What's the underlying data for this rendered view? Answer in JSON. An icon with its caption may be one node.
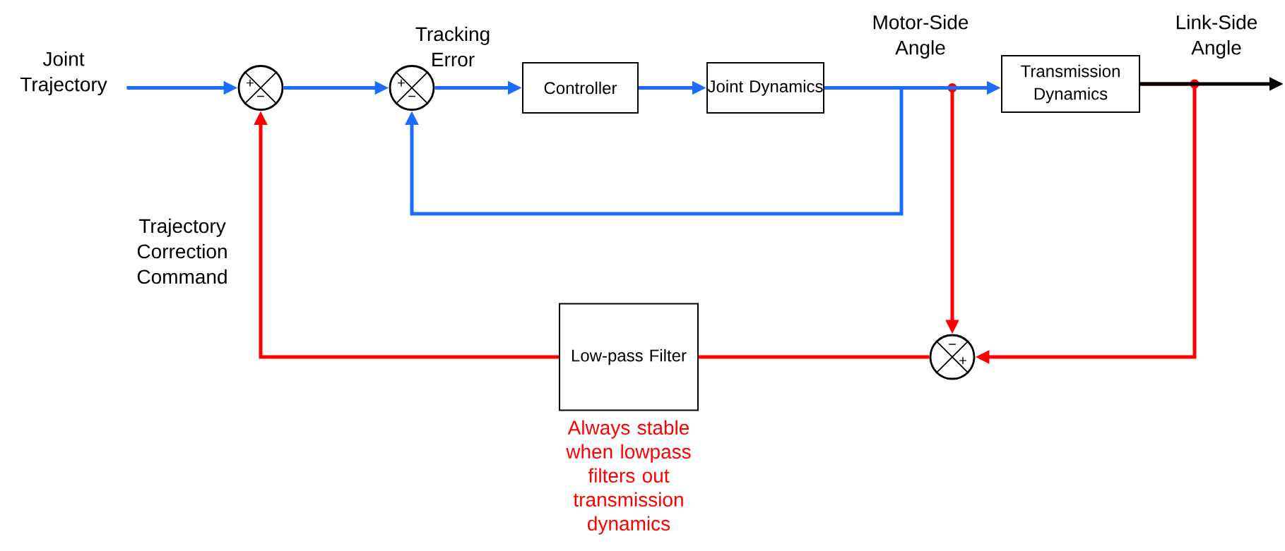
{
  "diagram": {
    "nodes": [
      {
        "text": [
          "Joint Trajectory"
        ]
      },
      {
        "text": [
          "+",
          "−"
        ]
      },
      {
        "text": [
          "+",
          "−"
        ]
      },
      {
        "text": [
          "Controller"
        ]
      },
      {
        "text": [
          "Joint Dynamics"
        ]
      },
      {
        "text": [
          "Transmission Dynamics"
        ]
      },
      {
        "text": [
          "Low-pass Filter"
        ],
        "beside": [
          "Always stable when lowpass filters out transmission dynamics"
        ]
      },
      {
        "text": [
          "−",
          "+"
        ]
      }
    ],
    "edges": [
      {
        "from": 0,
        "to": 1,
        "arrow": "to"
      },
      {
        "from": 1,
        "to": 2,
        "arrow": "to"
      },
      {
        "from": 2,
        "to": 3,
        "arrow": "to"
      },
      {
        "from": 3,
        "to": 4,
        "arrow": "to"
      },
      {
        "from": 4,
        "to": 5,
        "arrow": "to"
      },
      {
        "from": 4,
        "to": 2,
        "arrow": "to"
      },
      {
        "from": 4,
        "to": 7,
        "arrow": "to",
        "color": "#ff0000"
      },
      {
        "from": 5,
        "to": null,
        "arrow": "to",
        "color": "#000000"
      },
      {
        "from": 5,
        "to": 7,
        "arrow": "to",
        "color": "#ff0000"
      },
      {
        "from": 7,
        "to": 6,
        "arrow": "none",
        "color": "#ff0000"
      },
      {
        "from": 6,
        "to": 1,
        "arrow": "to",
        "color": "#ff0000"
      }
    ],
    "labels": [
      "Tracking Error",
      "Motor-Side Angle",
      "Link-Side Angle",
      "Trajectory Correction Command"
    ]
  }
}
